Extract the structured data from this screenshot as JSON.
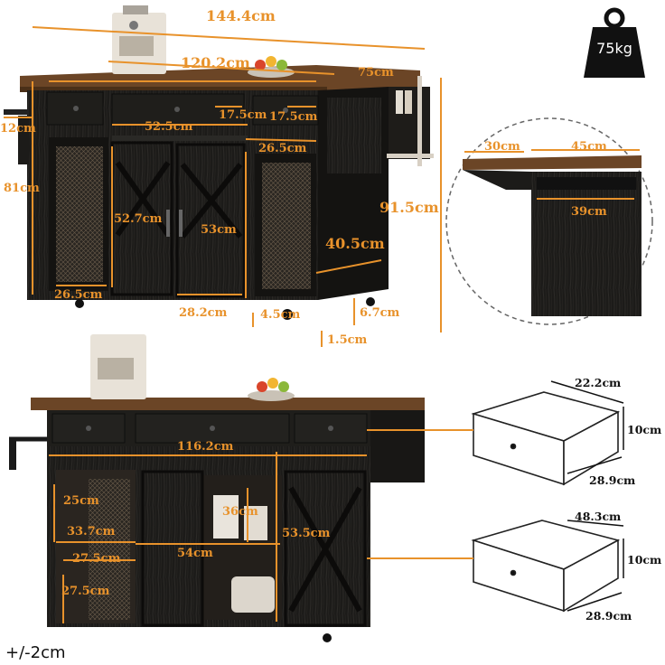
{
  "weight": {
    "label": "75kg",
    "icon": "weight-icon"
  },
  "tolerance": "+/-2cm",
  "top_view": {
    "total_width": "144.4cm",
    "top_width": "120.2cm",
    "depth": "75cm",
    "drawer_small_1": "17.5cm",
    "drawer_small_2": "17.5cm",
    "drawer_large": "52.5cm",
    "drawer_right": "26.5cm",
    "side_hook": "12cm",
    "body_height": "81cm",
    "total_height": "91.5cm",
    "door_left_width": "26.5cm",
    "barn_door_height_left": "52.7cm",
    "barn_door_height_right": "53cm",
    "barn_doors_width": "28.2cm",
    "side_depth": "40.5cm",
    "wheel_gap": "4.5cm",
    "base_height": "6.7cm",
    "floor_gap": "1.5cm"
  },
  "detail_view": {
    "flap": "30cm",
    "top_depth": "45cm",
    "body_depth": "39cm"
  },
  "front_view": {
    "inner_width": "116.2cm",
    "shelf_height_1": "25cm",
    "shelf_height_2": "33.7cm",
    "shelf_width_1": "27.5cm",
    "shelf_height_3": "27.5cm",
    "center_width": "54cm",
    "center_height": "36cm",
    "right_height": "53.5cm"
  },
  "drawers": {
    "small": {
      "width": "22.2cm",
      "height": "10cm",
      "depth": "28.9cm"
    },
    "large": {
      "width": "48.3cm",
      "height": "10cm",
      "depth": "28.9cm"
    }
  },
  "colors": {
    "dimension": "#e8922b",
    "wood_top": "#6b4526",
    "cabinet": "#1b1a18"
  }
}
